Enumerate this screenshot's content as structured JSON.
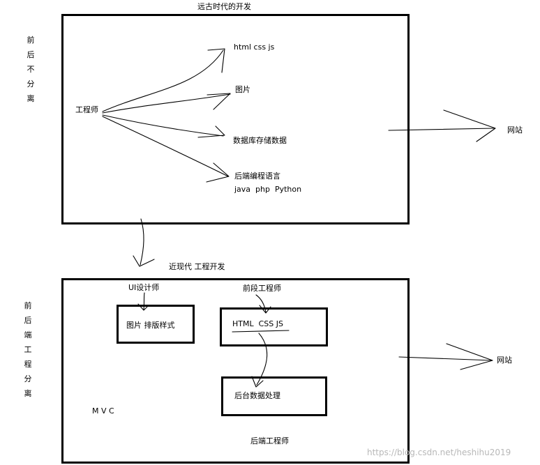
{
  "top": {
    "title": "远古时代的开发",
    "side_label": "前后不分离",
    "engineer": "工程师",
    "items": [
      "html css js",
      "图片",
      "数据库存储数据",
      "后端编程语言"
    ],
    "langs": "java  php  Python",
    "output": "网站"
  },
  "bottom": {
    "title": "近现代 工程开发",
    "side_label": "前后端工程分离",
    "ui_designer": "UI设计师",
    "ui_box": "图片 排版样式",
    "fe_engineer": "前段工程师",
    "fe_box": "HTML  CSS JS",
    "be_box": "后台数据处理",
    "mvc": "M V C",
    "be_engineer": "后端工程师",
    "output": "网站"
  },
  "watermark": "https://blog.csdn.net/heshihu2019"
}
